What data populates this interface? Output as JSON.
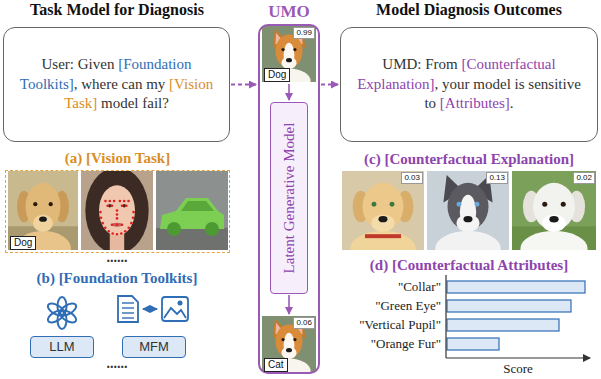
{
  "diagram": {
    "nodes": [
      {
        "text": [
          "User: Given [Foundation Toolkits], where can my [Vision Task] model fail?"
        ]
      },
      {
        "text": [
          "(a) [Vision Task]"
        ]
      },
      {
        "text": [
          "LLM"
        ]
      },
      {
        "text": [
          "MFM"
        ]
      },
      {
        "text": [
          "UMO"
        ]
      },
      {
        "text": [
          "Latent Generative Model"
        ],
        "in": 4
      },
      {
        "text": [
          "UMD: From [Counterfactual Explanation], your model is sensitive to [Attributes]."
        ]
      }
    ],
    "edges": [
      {
        "from": 0,
        "to": 4,
        "arrow": "to"
      },
      {
        "from": 4,
        "to": 6,
        "arrow": "to"
      }
    ],
    "labels": [
      "Task Model for Diagnosis",
      "Dog",
      "......",
      "(b) [Foundation Toolkits]",
      "......",
      "Dog",
      "0.99",
      "Cat",
      "0.06",
      "Model Diagnosis Outcomes",
      "(c) [Counterfactual Explanation]",
      "0.03",
      "0.13",
      "0.02",
      "(d) [Counterfactual Attributes]",
      "\"Collar\"",
      "\"Green Eye\"",
      "\"Vertical Pupil\"",
      "\"Orange Fur\"",
      "Score"
    ]
  }
}
